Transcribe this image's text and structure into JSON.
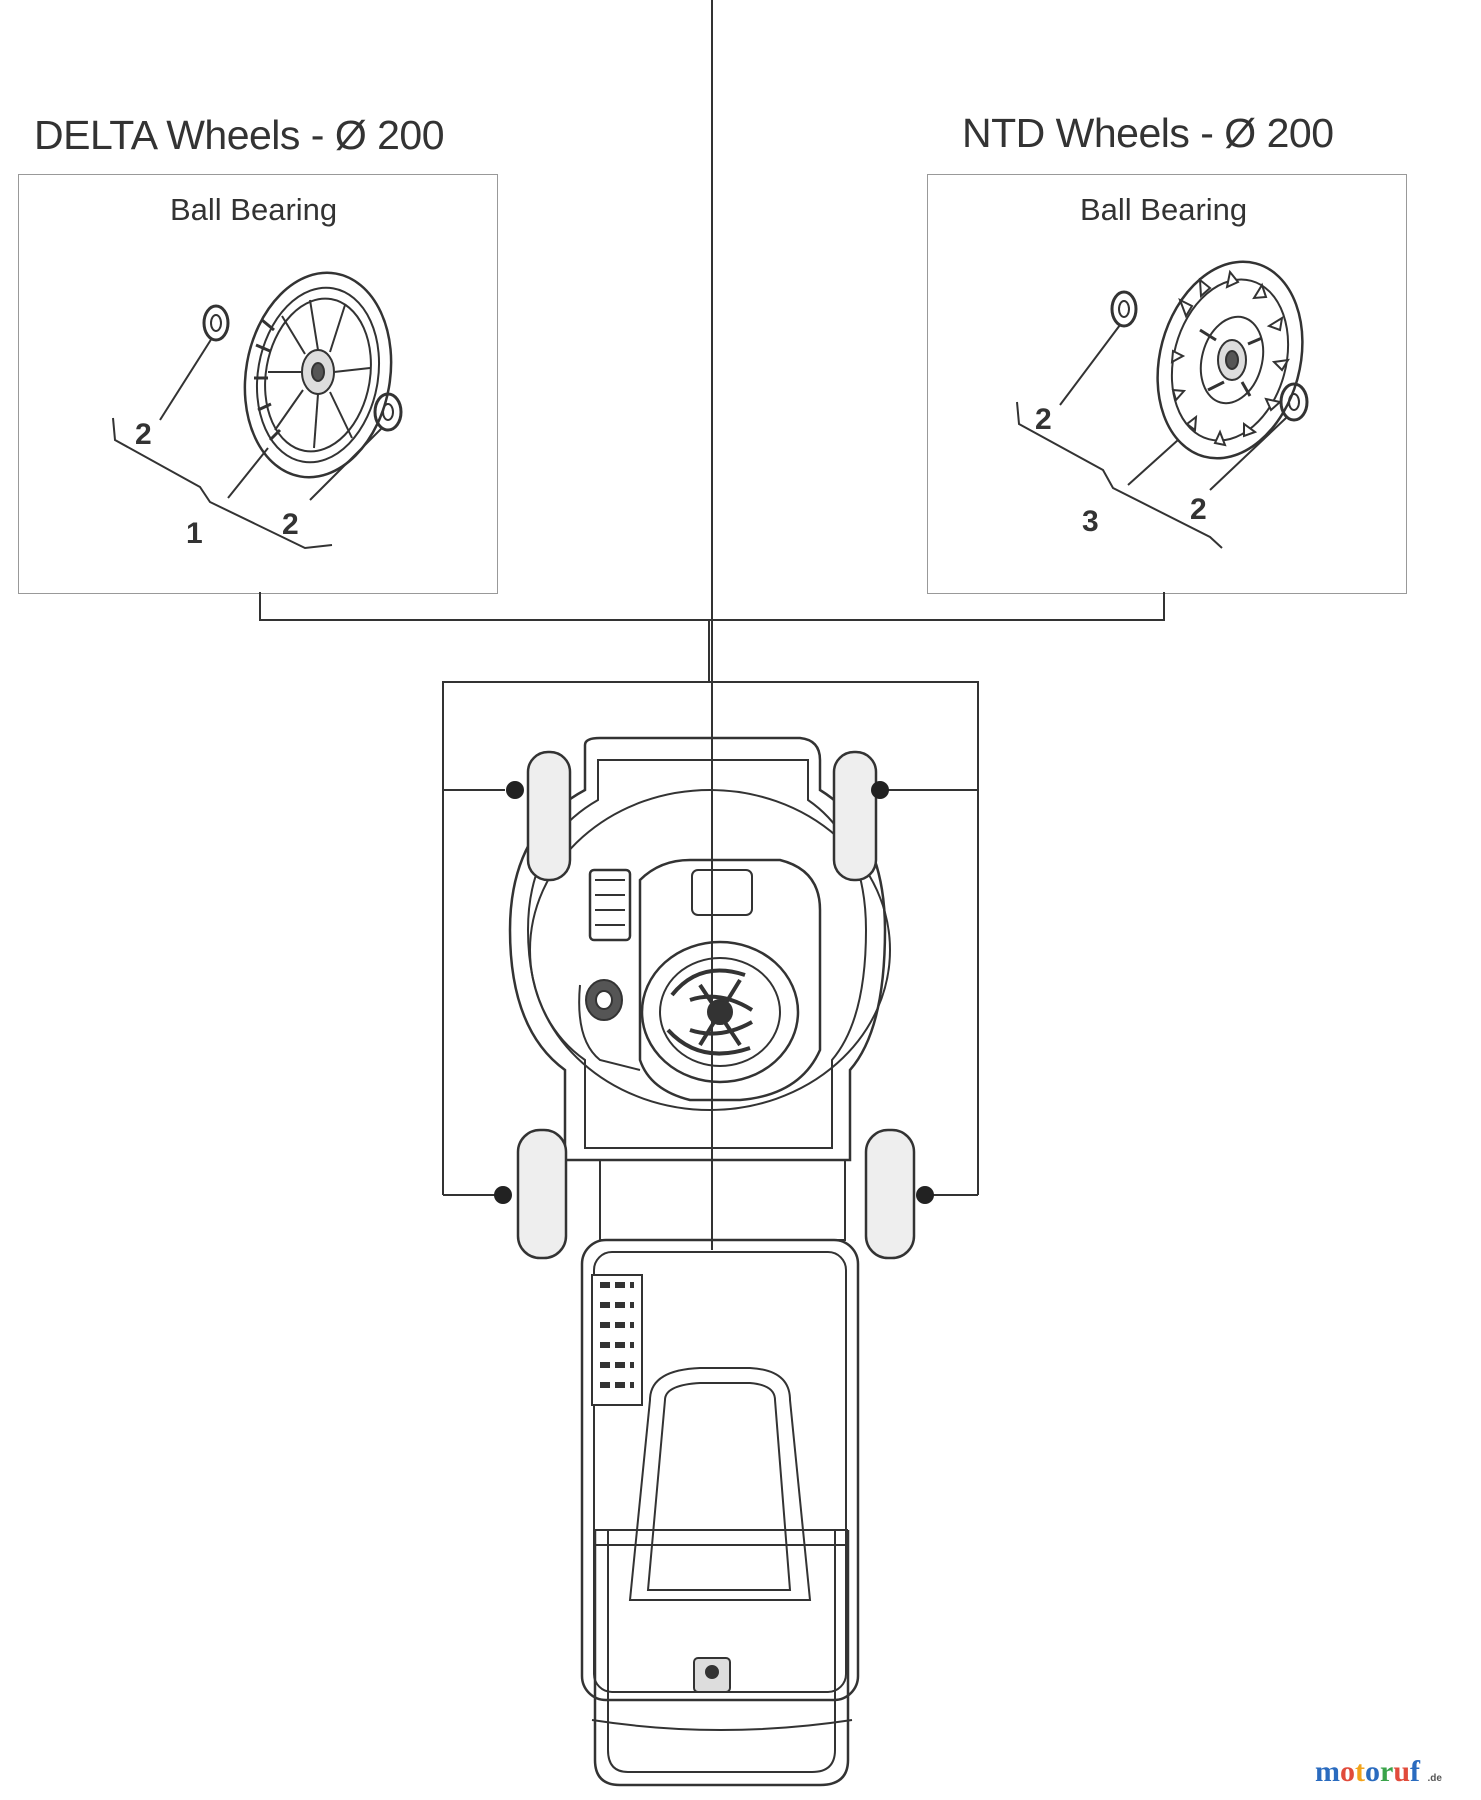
{
  "diagram": {
    "left_group": {
      "title": "DELTA Wheels - Ø 200",
      "subtitle": "Ball Bearing",
      "callouts": [
        "2",
        "2",
        "1"
      ]
    },
    "right_group": {
      "title": "NTD Wheels - Ø 200",
      "subtitle": "Ball Bearing",
      "callouts": [
        "2",
        "2",
        "3"
      ]
    }
  },
  "watermark": {
    "name": "motoruf",
    "tld": ".de"
  },
  "colors": {
    "line": "#333333",
    "panel_border": "#999999",
    "wheel_fill": "#eeeeee"
  }
}
